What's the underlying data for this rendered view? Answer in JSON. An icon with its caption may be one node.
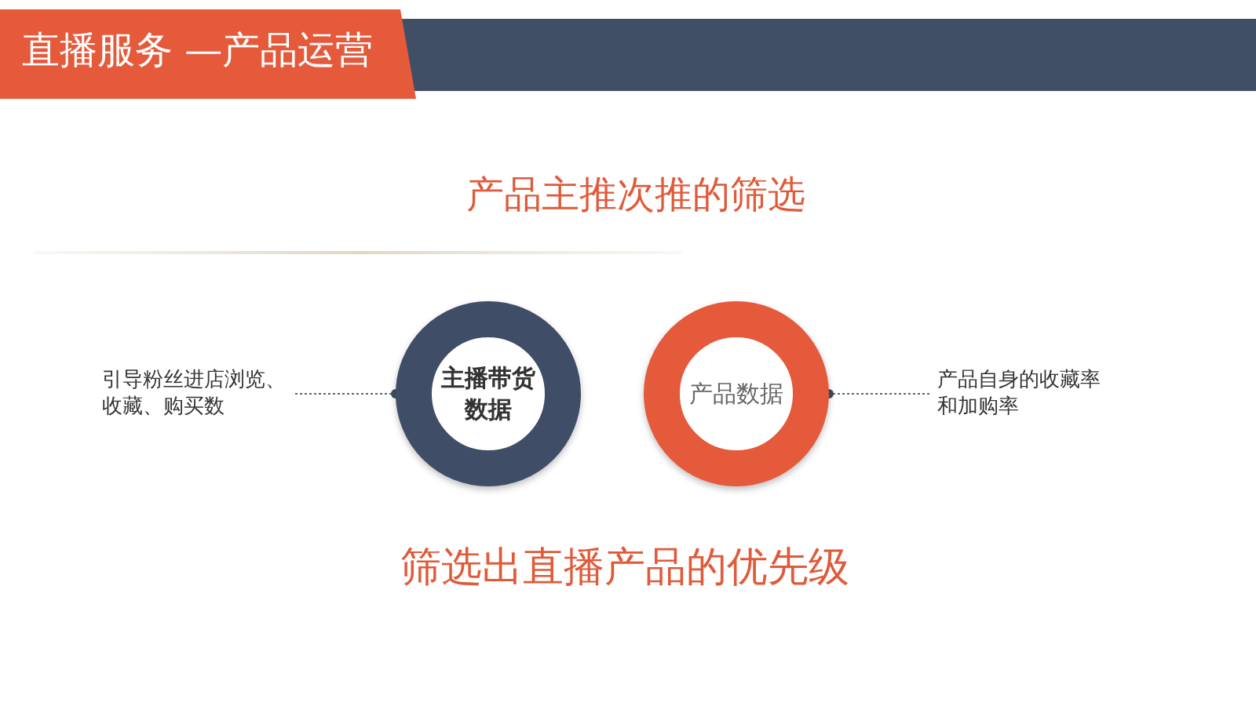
{
  "diagram": {
    "title": "直播服务 —产品运营",
    "nodes": [
      {
        "text": [
          "引导粉丝进店浏览、收藏、购买数"
        ]
      },
      {
        "text": [
          "主播带货数据"
        ]
      },
      {
        "text": [
          "产品数据"
        ]
      },
      {
        "text": [
          "产品自身的收藏率和加购率"
        ]
      }
    ],
    "edges": [
      {
        "from": 0,
        "to": 1,
        "arrow": "other",
        "style": "dashed"
      },
      {
        "from": 3,
        "to": 2,
        "arrow": "other",
        "style": "dashed"
      }
    ],
    "labels": [
      "产品主推次推的筛选",
      "筛选出直播产品的优先级"
    ]
  }
}
